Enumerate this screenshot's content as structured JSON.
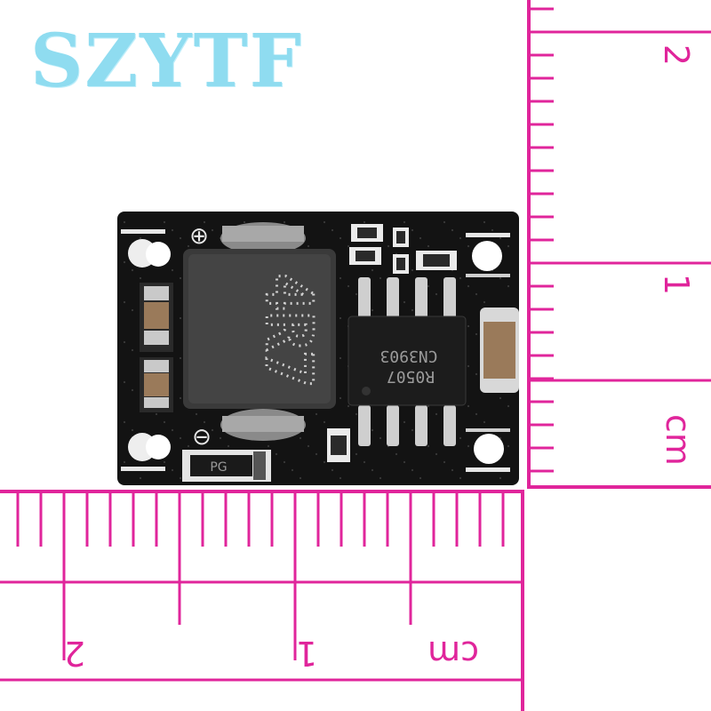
{
  "brand": {
    "text": "SZYTF",
    "color": "#8fdcf0"
  },
  "ruler_right": {
    "labels": [
      "2",
      "1",
      "cm"
    ],
    "color": "#e0259b"
  },
  "ruler_bottom": {
    "labels": [
      "2",
      "1",
      "cm"
    ],
    "color": "#e0259b"
  },
  "board": {
    "inductor_marking": "4R7",
    "chip_marking_line1": "CN3903",
    "chip_marking_line2": "R0507",
    "silkscreen_pg": "PG",
    "plus_symbol": "⊕",
    "minus_symbol": "⊖"
  },
  "colors": {
    "pcb": "#131313",
    "magenta": "#e0259b",
    "brand": "#8fdcf0"
  }
}
